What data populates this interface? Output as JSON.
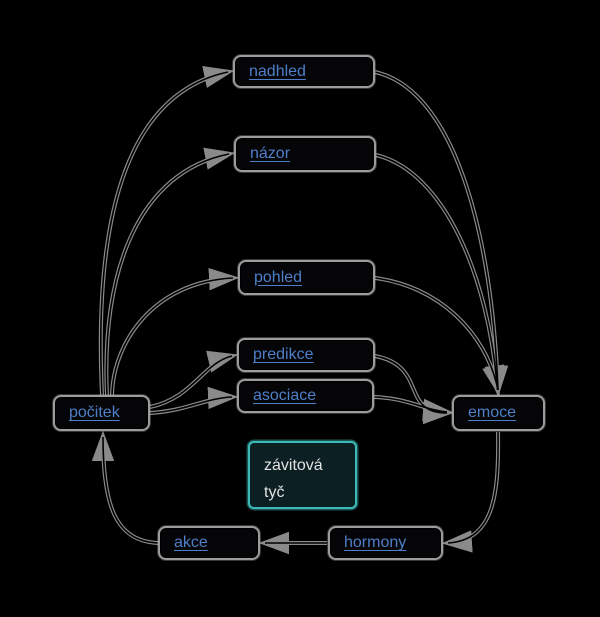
{
  "diagram": {
    "colors": {
      "bg": "#000000",
      "edge": "#8a8a8a",
      "node-border": "#9c9c9c",
      "node-fill": "#050507",
      "link": "#4e7fc9",
      "special-border": "#3cbbb6",
      "special-fill": "#0c2023",
      "special-text": "#e2e2e2"
    },
    "nodes": {
      "nadhled": {
        "label": "nadhled"
      },
      "nazor": {
        "label": "názor"
      },
      "pohled": {
        "label": "pohled"
      },
      "predikce": {
        "label": "predikce"
      },
      "asociace": {
        "label": "asociace"
      },
      "pocitek": {
        "label": "počitek"
      },
      "emoce": {
        "label": "emoce"
      },
      "zavitova_tyc": {
        "lines": [
          "závitová",
          "tyč"
        ]
      },
      "akce": {
        "label": "akce"
      },
      "hormony": {
        "label": "hormony"
      }
    },
    "edges": [
      {
        "from": "počitek",
        "to": "nadhled"
      },
      {
        "from": "počitek",
        "to": "názor"
      },
      {
        "from": "počitek",
        "to": "pohled"
      },
      {
        "from": "počitek",
        "to": "predikce"
      },
      {
        "from": "počitek",
        "to": "asociace"
      },
      {
        "from": "nadhled",
        "to": "emoce"
      },
      {
        "from": "názor",
        "to": "emoce"
      },
      {
        "from": "pohled",
        "to": "emoce"
      },
      {
        "from": "predikce",
        "to": "emoce"
      },
      {
        "from": "asociace",
        "to": "emoce"
      },
      {
        "from": "emoce",
        "to": "hormony"
      },
      {
        "from": "hormony",
        "to": "akce"
      },
      {
        "from": "akce",
        "to": "počitek"
      }
    ]
  }
}
